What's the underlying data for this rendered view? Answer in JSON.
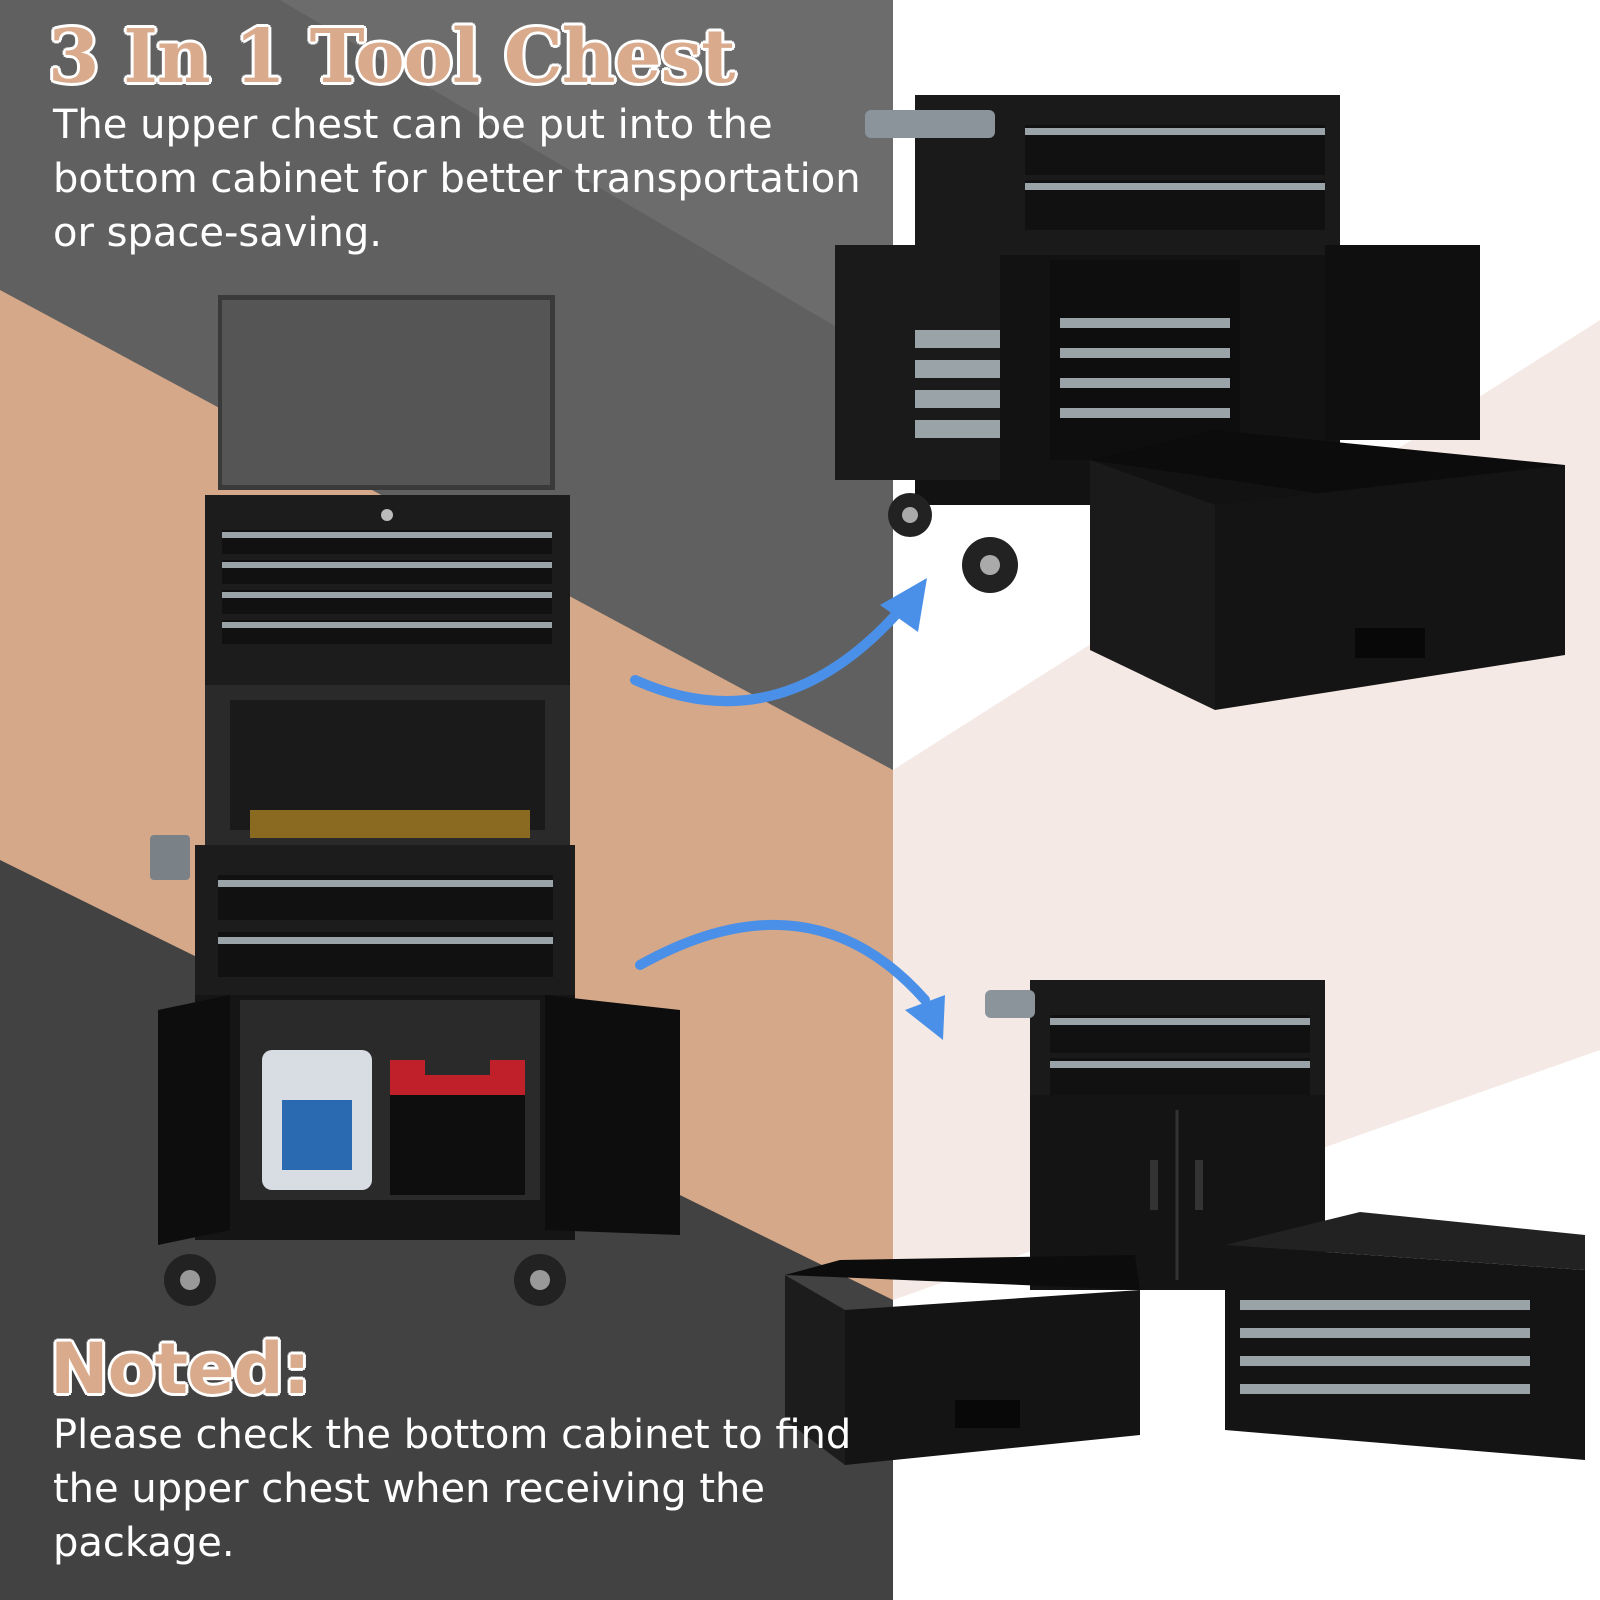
{
  "colors": {
    "heading_fill": "#d9ab8c",
    "heading_outline": "#ffffff",
    "panel_dark": "#4a4a4a",
    "stripe_tan": "#d4a888",
    "drawer_trim": "#9aa3a8",
    "arrow_blue": "#4a90e8"
  },
  "header": {
    "title": "3 In 1 Tool Chest",
    "description": "The upper chest can be put into the bottom cabinet for better transportation or space-saving."
  },
  "note": {
    "heading": "Noted:",
    "text": "Please check the bottom cabinet to find the upper chest when receiving the package."
  },
  "images": {
    "stacked_chest": "full 3-in-1 tool chest with open lid, upper chest, middle drawers and open cabinet",
    "assembled_cart": "rolling cart with side chest and removed bottom cabinet",
    "separated_units": "middle cart, bottom cabinet box and upper chest shown separately"
  },
  "icons": [
    "curved-arrow-icon",
    "curved-arrow-icon"
  ]
}
